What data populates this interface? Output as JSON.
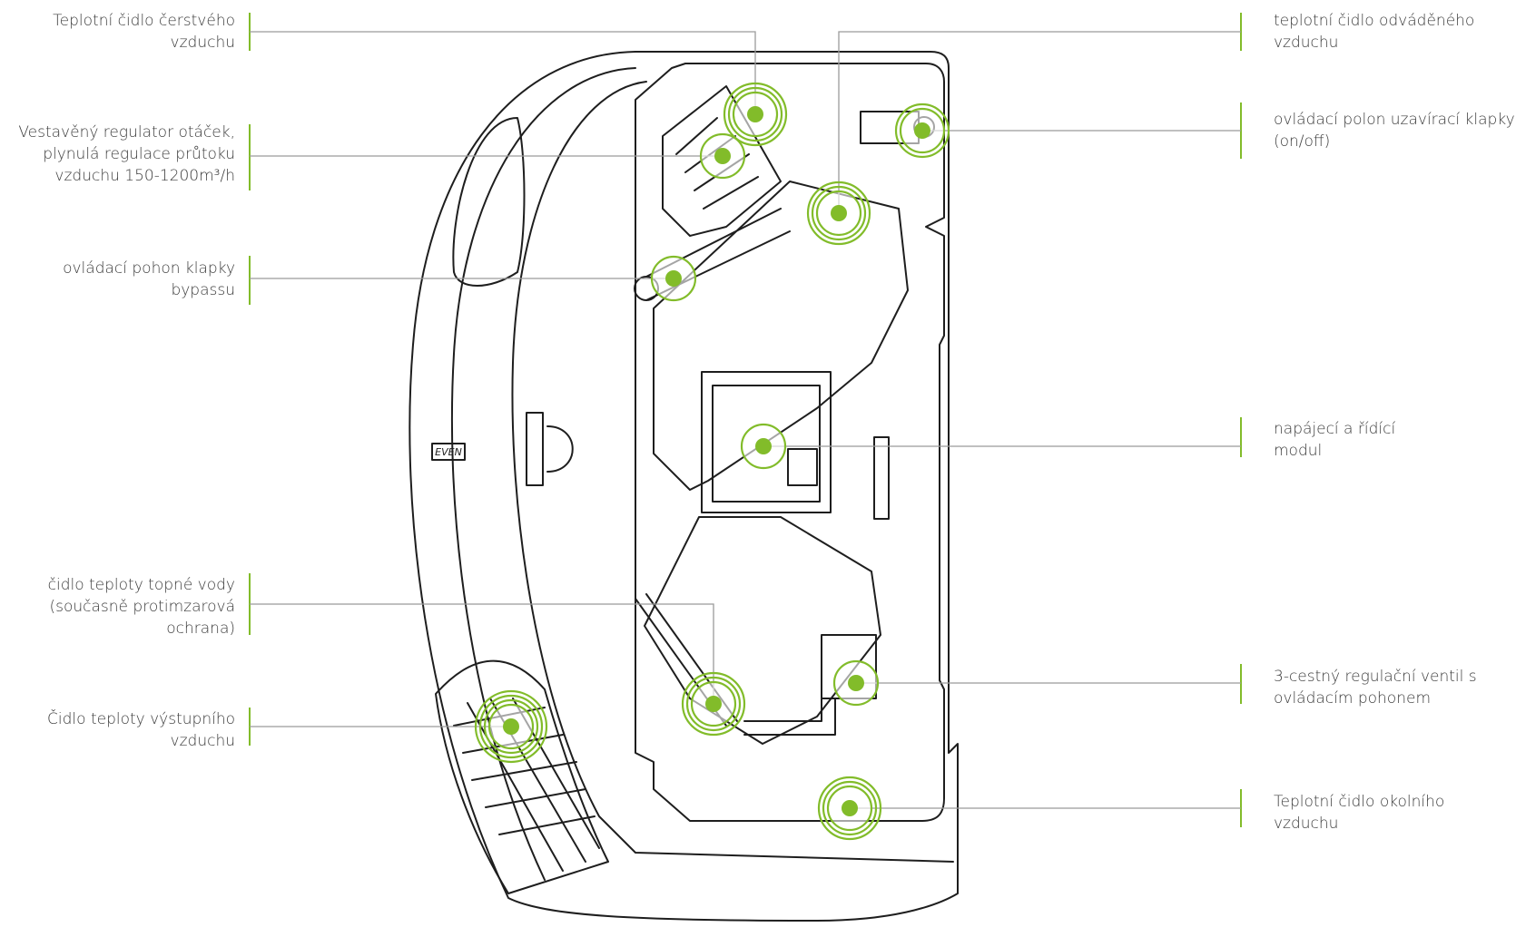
{
  "accent_color": "#82bc2a",
  "line_color": "#9b9b9b",
  "brand_mark": "EVEN",
  "labels": {
    "fresh_air_sensor": [
      "Teplotní čidlo čerstvého",
      "vzduchu"
    ],
    "speed_regulator": [
      "Vestavěný regulator otáček,",
      "plynulá regulace průtoku",
      "vzduchu 150-1200m³/h"
    ],
    "bypass_actuator": [
      "ovládací pohon klapky",
      "bypassu"
    ],
    "water_temp_sensor": [
      "čidlo teploty topné vody",
      "(současně protimzarová",
      "ochrana)"
    ],
    "outlet_air_sensor": [
      "Čidlo teploty výstupního",
      "vzduchu"
    ],
    "exhaust_air_sensor": [
      "teplotní čidlo odváděného",
      "vzduchu"
    ],
    "shutoff_actuator": [
      "ovládací polon uzavírací klapky",
      "(on/off)"
    ],
    "power_module": [
      "napájecí a řídící",
      "modul"
    ],
    "three_way_valve": [
      "3-cestný regulační ventil s",
      "ovládacím pohonem"
    ],
    "ambient_air_sensor": [
      "Teplotní čidlo okolního",
      "vzduchu"
    ]
  }
}
